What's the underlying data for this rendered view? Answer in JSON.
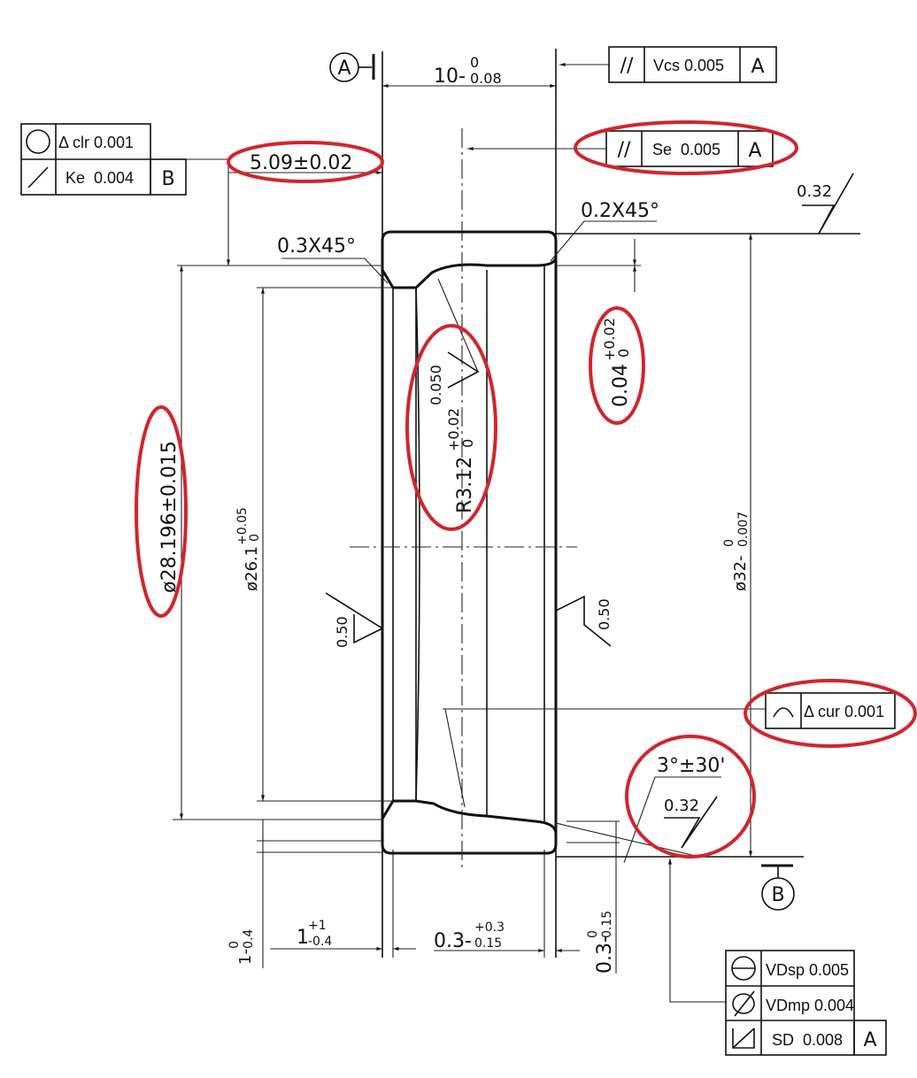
{
  "datums": {
    "a": "A",
    "b": "B"
  },
  "dimensions": {
    "width": {
      "nominal": "10-",
      "upper": "0",
      "lower": "0.08"
    },
    "offset": {
      "text": "5.09±0.02"
    },
    "chamfer_left": "0.3X45°",
    "chamfer_right": "0.2X45°",
    "groove_depth": {
      "nominal": "0.04",
      "upper": "+0.02",
      "lower": "0"
    },
    "groove_radius": {
      "nominal": "R3.12",
      "upper": "+0.02",
      "lower": "0"
    },
    "groove_dia": {
      "text": "ø28.196±0.015"
    },
    "bore": {
      "nominal": "ø26.1",
      "upper": "+0.05",
      "lower": "0"
    },
    "outer_dia": {
      "nominal": "ø32-",
      "upper": "0",
      "lower": "0.007"
    },
    "height_left": {
      "nominal": "1-",
      "upper": "0",
      "lower": "0.4"
    },
    "land_left": {
      "nominal": "1",
      "upper": "+1",
      "lower": "-0.4"
    },
    "land_mid": {
      "nominal": "0.3-",
      "upper": "+0.3",
      "lower": "0.15"
    },
    "height_right": {
      "nominal": "0.3-",
      "upper": "0",
      "lower": "0.15"
    },
    "angle": "3°±30'"
  },
  "roughness": {
    "top": "0.32",
    "groove": "0.050",
    "left_bore": "0.50",
    "right_face": "0.50",
    "bottom": "0.32"
  },
  "tolerance_frames": {
    "vcs": {
      "symbol": "//",
      "text": "Vcs 0.005",
      "datum": "A"
    },
    "se": {
      "symbol": "//",
      "text": "Se  0.005",
      "datum": "A"
    },
    "left": {
      "row1": "Δ clr 0.001",
      "row2": "Ke  0.004",
      "datum": "B"
    },
    "cur": {
      "text": "Δ cur 0.001"
    },
    "bottom": {
      "row1": "VDsp 0.005",
      "row2": "VDmp 0.004",
      "row3": "SD  0.008",
      "datum": "A"
    }
  },
  "colors": {
    "highlight": "#d0262d",
    "ink": "#111111"
  }
}
